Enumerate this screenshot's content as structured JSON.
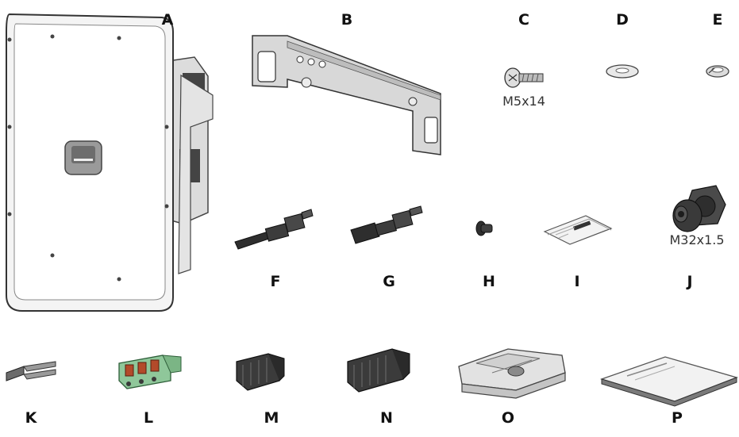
{
  "parts": [
    {
      "letter": "A",
      "icon": "inverter-icon"
    },
    {
      "letter": "B",
      "icon": "wall-bracket-icon"
    },
    {
      "letter": "C",
      "icon": "screw-icon",
      "size": "M5x14"
    },
    {
      "letter": "D",
      "icon": "washer-icon"
    },
    {
      "letter": "E",
      "icon": "spring-washer-icon"
    },
    {
      "letter": "F",
      "icon": "dc-plug-connector-icon"
    },
    {
      "letter": "G",
      "icon": "dc-socket-connector-icon"
    },
    {
      "letter": "H",
      "icon": "sealing-plug-icon"
    },
    {
      "letter": "I",
      "icon": "document-card-icon"
    },
    {
      "letter": "J",
      "icon": "cable-gland-icon",
      "size": "M32x1.5"
    },
    {
      "letter": "K",
      "icon": "jumper-icon"
    },
    {
      "letter": "L",
      "icon": "green-terminal-block-icon"
    },
    {
      "letter": "M",
      "icon": "terminal-block-icon"
    },
    {
      "letter": "N",
      "icon": "terminal-block-icon"
    },
    {
      "letter": "O",
      "icon": "ferrite-core-icon"
    },
    {
      "letter": "P",
      "icon": "manual-booklet-icon"
    }
  ],
  "colors": {
    "label": "#111111",
    "part_light": "#e6e6e6",
    "part_mid": "#b5b5b5",
    "part_dark": "#3a3a3a",
    "connector_green": "#8fc79a"
  }
}
